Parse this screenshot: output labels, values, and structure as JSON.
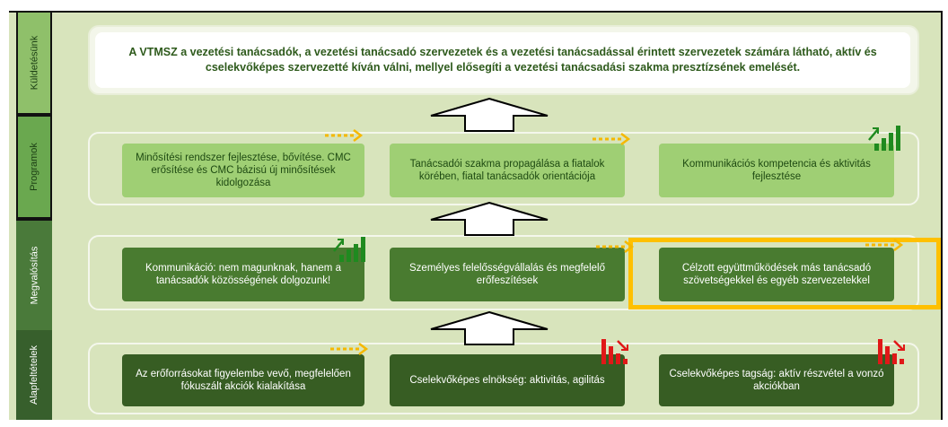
{
  "side_labels": {
    "kuldetes": "Küldetésünk",
    "programok": "Programok",
    "megvalositas": "Megvalósítás",
    "alapfeltetelek": "Alapfeltételek"
  },
  "mission": "A VTMSZ a vezetési tanácsadók, a vezetési tanácsadó szervezetek és a vezetési tanácsadással érintett szervezetek számára látható, aktív és cselekvőképes szervezetté kíván válni, mellyel elősegíti a vezetési tanácsadási szakma presztízsének emelését.",
  "programok": [
    "Minősítési rendszer fejlesztése, bővítése. CMC erősítése és CMC bázisú új minősítések kidolgozása",
    "Tanácsadói szakma propagálása a fiatalok körében, fiatal tanácsadók orientációja",
    "Kommunikációs kompetencia és aktivitás fejlesztése"
  ],
  "megvalositas": [
    "Kommunikáció: nem magunknak, hanem a tanácsadók közösségének dolgozunk!",
    "Személyes felelősségvállalás és megfelelő erőfeszítések",
    "Célzott együttműködések más tanácsadó szövetségekkel és egyéb szervezetekkel"
  ],
  "alapfeltetelek": [
    "Az erőforrásokat figyelembe vevő, megfelelően fókuszált akciók kialakítása",
    "Cselekvőképes elnökség: aktivitás, agilitás",
    "Cselekvőképes tagság: aktív részvétel a vonzó akciókban"
  ],
  "colors": {
    "trend_up": "#1f8a1f",
    "trend_down": "#e01818",
    "progress_arrow": "#f5b800",
    "highlight": "#ffc000"
  },
  "icons": {
    "progress": "dotted-arrow-icon",
    "up": "trend-up-bars-icon",
    "down": "trend-down-bars-icon"
  }
}
